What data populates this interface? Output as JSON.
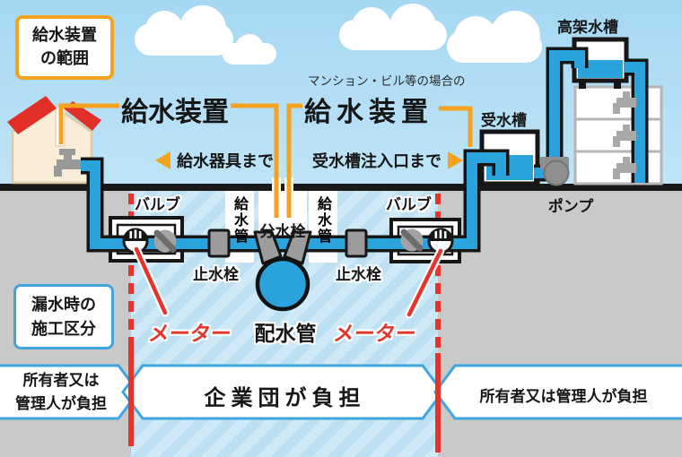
{
  "range_box": {
    "line1": "給水装置",
    "line2": "の範囲"
  },
  "headings": {
    "left": "給水装置",
    "right": "給水装置",
    "right_note": "マンション・ビル等の場合の"
  },
  "callouts": {
    "left": "給水器具まで",
    "right": "受水槽注入口まで"
  },
  "equipment": {
    "elevated_tank": "高架水槽",
    "receiving_tank": "受水槽",
    "pump": "ポンプ",
    "valve_left": "バルブ",
    "valve_right": "バルブ",
    "supply_pipe_left": "給水管",
    "supply_pipe_right": "給水管",
    "branch_fitting": "分水栓",
    "stop_valve_left": "止水栓",
    "stop_valve_right": "止水栓",
    "meter_left": "メーター",
    "meter_right": "メーター",
    "distribution_main": "配水管"
  },
  "leak_box": {
    "line1": "漏水時の",
    "line2": "施工区分"
  },
  "burden": {
    "left": {
      "line1": "所有者又は",
      "line2": "管理人が負担"
    },
    "middle": "企業団が負担",
    "right": "所有者又は管理人が負担"
  },
  "colors": {
    "accent_orange": "#f6a21f",
    "boundary_red": "#e8332b",
    "pipe_blue": "#2aa2dc",
    "burden_border_blue": "#41a5dd",
    "ground_gray": "#c9c9ca",
    "roof_red": "#e23028",
    "hatch_blue": "#cfe9f7"
  }
}
